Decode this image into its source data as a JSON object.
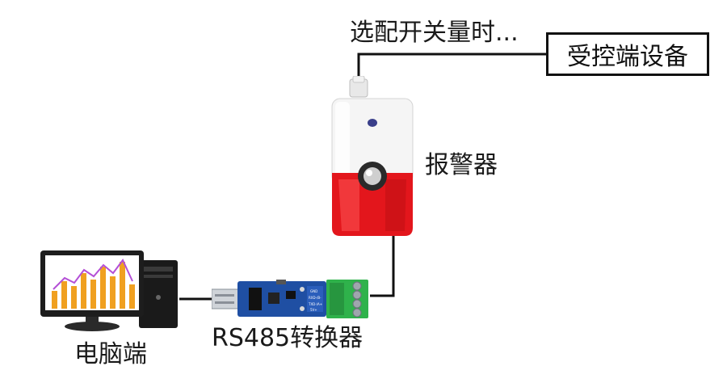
{
  "labels": {
    "selection_note": "选配开关量时...",
    "controlled_device": "受控端设备",
    "alarm": "报警器",
    "computer": "电脑端",
    "converter": "RS485转换器"
  },
  "converter_pins": [
    "GND",
    "RXD-/B-",
    "TXD-/A+",
    "5V+"
  ],
  "colors": {
    "wire": "#111111",
    "alarm_red": "#e3161c",
    "alarm_white": "#f4f4f4",
    "pcb_blue": "#1f4fa3",
    "terminal_green": "#2fb24b",
    "chart_orange": "#f0a020",
    "chart_purple": "#b44fd6"
  },
  "icons": [
    "computer-icon",
    "rs485-converter-icon",
    "alarm-siren-icon"
  ]
}
